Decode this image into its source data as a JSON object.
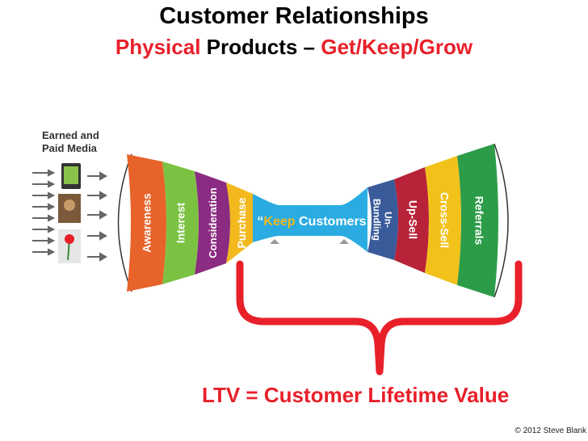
{
  "header": {
    "title": "Customer Relationships",
    "subtitle_part1": "Physical",
    "subtitle_part2": " Products – ",
    "subtitle_part3": "Get/Keep/Grow"
  },
  "media": {
    "label_line1": "Earned and",
    "label_line2": "Paid Media"
  },
  "get_segments": [
    {
      "label": "Awareness",
      "color": "#e8632a"
    },
    {
      "label": "Interest",
      "color": "#7cc242"
    },
    {
      "label": "Consideration",
      "color": "#8b2b82"
    },
    {
      "label": "Purchase",
      "color": "#f2b81e"
    }
  ],
  "keep": {
    "quote_open": "“",
    "word1": "Keep",
    "word2": " Customers",
    "quote_close": "”",
    "color": "#2aace2",
    "accent": "#f2b81e"
  },
  "grow_segments": [
    {
      "label_line1": "Un-",
      "label_line2": "Bundling",
      "color": "#3a5b9a"
    },
    {
      "label_line1": "Up-Sell",
      "label_line2": "",
      "color": "#b8233a"
    },
    {
      "label_line1": "Cross-Sell",
      "label_line2": "",
      "color": "#f2c21b"
    },
    {
      "label_line1": "Referrals",
      "label_line2": "",
      "color": "#2d9c48"
    }
  ],
  "footer": {
    "ltv": "LTV = Customer Lifetime Value",
    "copyright": "© 2012 Steve Blank"
  },
  "colors": {
    "brace": "#e8202a",
    "accent_red": "#e8202a"
  }
}
